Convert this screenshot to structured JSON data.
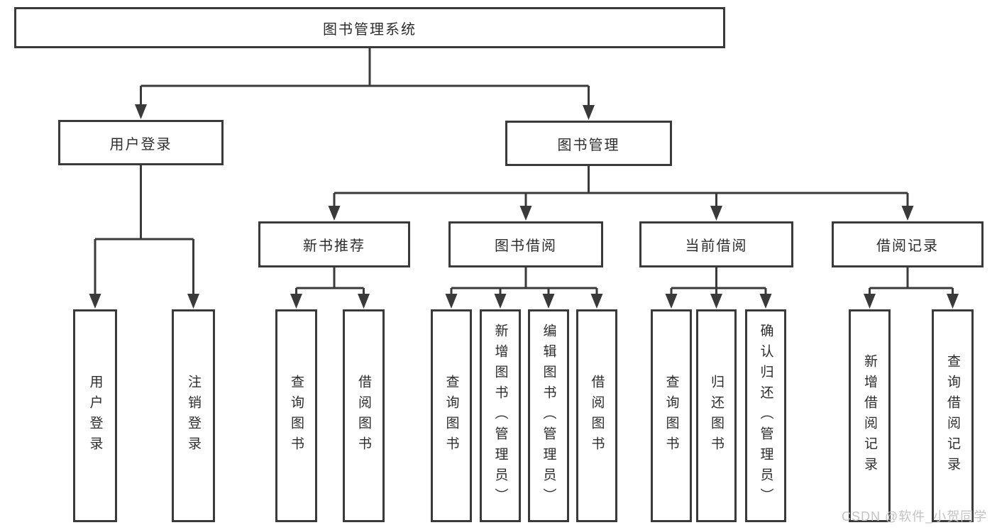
{
  "diagram": {
    "type": "hierarchy-tree",
    "root": {
      "label": "图书管理系统"
    },
    "level2": [
      {
        "label": "用户登录"
      },
      {
        "label": "图书管理"
      }
    ],
    "level3": [
      {
        "label": "新书推荐"
      },
      {
        "label": "图书借阅"
      },
      {
        "label": "当前借阅"
      },
      {
        "label": "借阅记录"
      }
    ],
    "leaves": {
      "user_login": [
        {
          "label": "用户登录"
        },
        {
          "label": "注销登录"
        }
      ],
      "new_book_recommend": [
        {
          "label": "查询图书"
        },
        {
          "label": "借阅图书"
        }
      ],
      "book_borrow": [
        {
          "label": "查询图书"
        },
        {
          "label": "新增图书（管理员）"
        },
        {
          "label": "编辑图书（管理员）"
        },
        {
          "label": "借阅图书"
        }
      ],
      "current_borrow": [
        {
          "label": "查询图书"
        },
        {
          "label": "归还图书"
        },
        {
          "label": "确认归还（管理员）"
        }
      ],
      "borrow_records": [
        {
          "label": "新增借阅记录"
        },
        {
          "label": "查询借阅记录"
        }
      ]
    },
    "watermark": {
      "text": "CSDN @软件_小贺同学",
      "color": "#c3c3c3"
    },
    "colors": {
      "line": "#3a3a3a",
      "box_border": "#3a3a3a",
      "box_fill": "#ffffff",
      "text": "#2d2d2d",
      "background": "#ffffff"
    }
  }
}
